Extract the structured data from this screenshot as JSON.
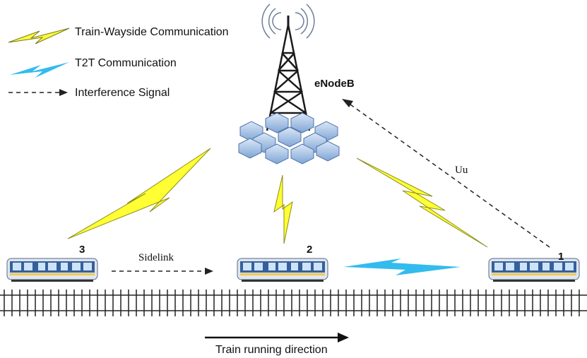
{
  "legend": {
    "train_wayside": "Train-Wayside Communication",
    "t2t": "T2T Communication",
    "interference": "Interference Signal"
  },
  "labels": {
    "enodeb": "eNodeB",
    "uu": "Uu",
    "sidelink": "Sidelink",
    "direction": "Train running direction"
  },
  "trains": [
    {
      "number": "3"
    },
    {
      "number": "2"
    },
    {
      "number": "1"
    }
  ],
  "colors": {
    "wayside_bolt": "#ffff33",
    "bolt_outline": "#8c8c1a",
    "t2t_bolt": "#33bbee",
    "hex_tile": "#a9c6e8",
    "train_body": "#3e6fb0",
    "tower": "#1a1a1a"
  }
}
